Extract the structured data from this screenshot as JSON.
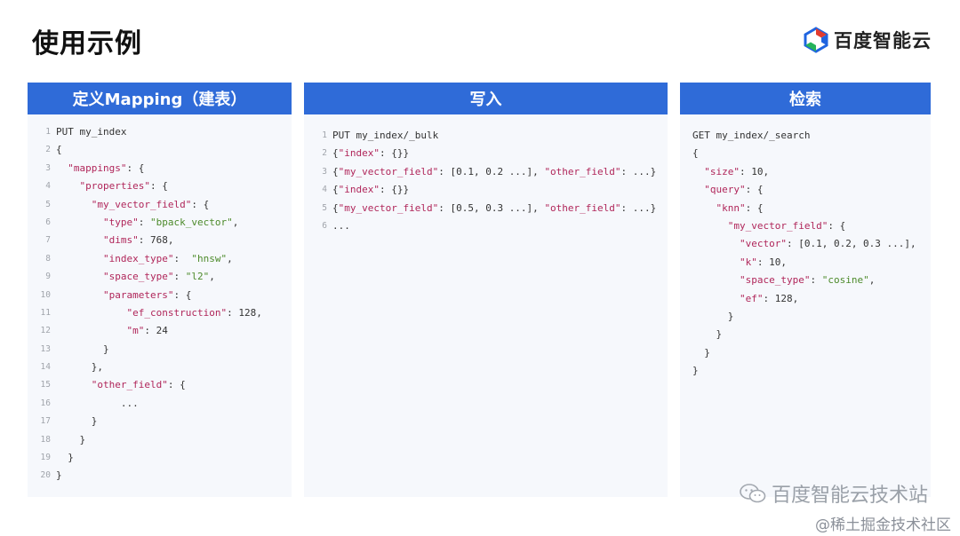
{
  "page": {
    "title": "使用示例"
  },
  "logo": {
    "text": "百度智能云"
  },
  "panels": [
    {
      "header": "定义Mapping（建表）",
      "numbered": true,
      "lines": [
        "PUT my_index",
        "{",
        "  \"mappings\": {",
        "    \"properties\": {",
        "      \"my_vector_field\": {",
        "        \"type\": \"bpack_vector\",",
        "        \"dims\": 768,",
        "        \"index_type\":  \"hnsw\",",
        "        \"space_type\": \"l2\",",
        "        \"parameters\": {",
        "            \"ef_construction\": 128,",
        "            \"m\": 24",
        "        }",
        "      },",
        "      \"other_field\": {",
        "           ...",
        "      }",
        "    }",
        "  }",
        "}"
      ]
    },
    {
      "header": "写入",
      "numbered": true,
      "lines": [
        "PUT my_index/_bulk",
        "{\"index\": {}}",
        "{\"my_vector_field\": [0.1, 0.2 ...], \"other_field\": ...}",
        "{\"index\": {}}",
        "{\"my_vector_field\": [0.5, 0.3 ...], \"other_field\": ...}",
        "..."
      ]
    },
    {
      "header": "检索",
      "numbered": false,
      "lines": [
        "GET my_index/_search",
        "{",
        "  \"size\": 10,",
        "  \"query\": {",
        "    \"knn\": {",
        "      \"my_vector_field\": {",
        "        \"vector\": [0.1, 0.2, 0.3 ...],",
        "        \"k\": 10,",
        "        \"space_type\": \"cosine\",",
        "        \"ef\": 128,",
        "      }",
        "    }",
        "  }",
        "}"
      ]
    }
  ],
  "watermark": {
    "text": "百度智能云技术站"
  },
  "footer": {
    "source": "@稀土掘金技术社区"
  },
  "colors": {
    "header_bg": "#2f6bd8",
    "panel_bg": "#f6f8fc",
    "key": "#b0265a",
    "string": "#4c8a2a"
  }
}
